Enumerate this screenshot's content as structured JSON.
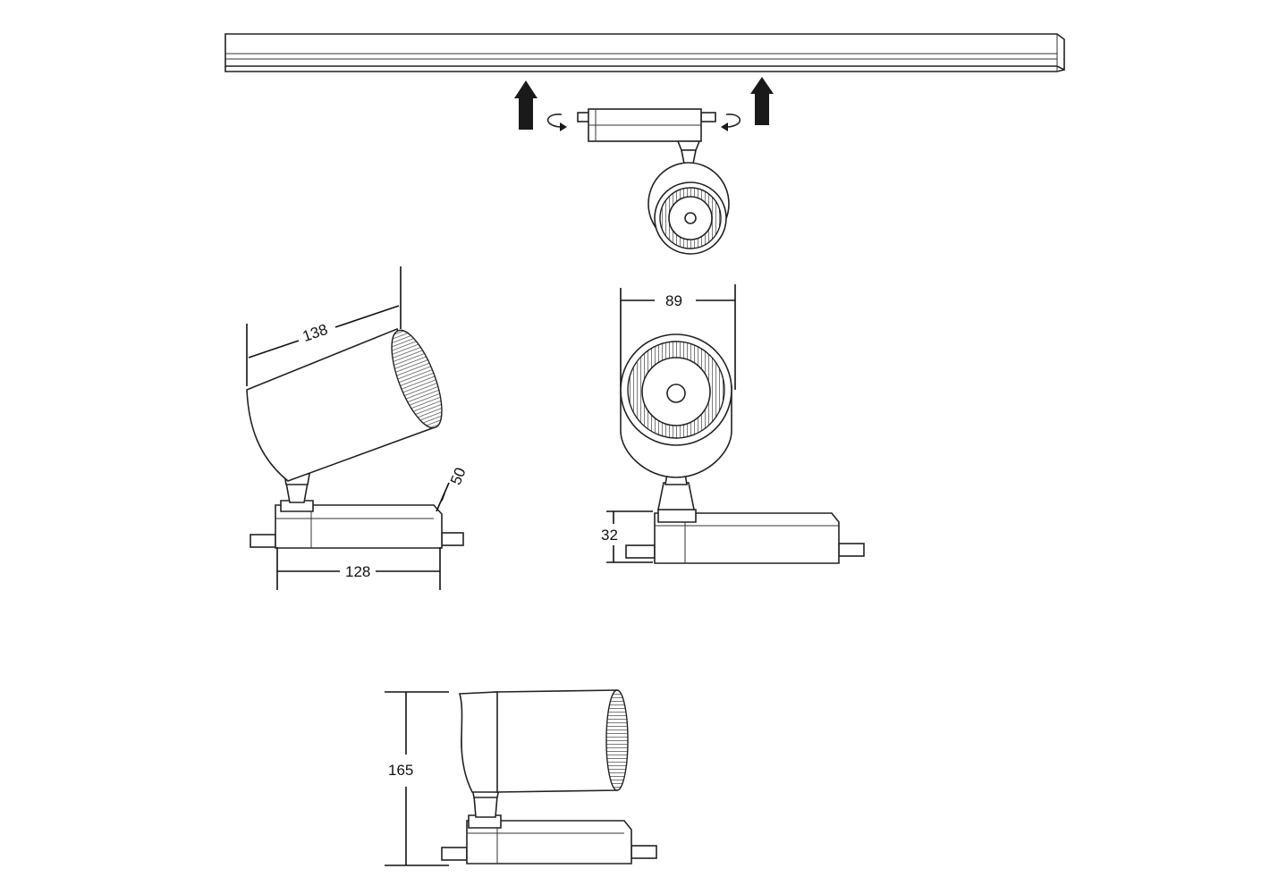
{
  "dimensions": {
    "body_length": "138",
    "diameter": "89",
    "adapter_height": "50",
    "adapter_length": "128",
    "base_height": "32",
    "total_height": "165"
  },
  "colors": {
    "line": "#222222",
    "background": "#ffffff"
  }
}
